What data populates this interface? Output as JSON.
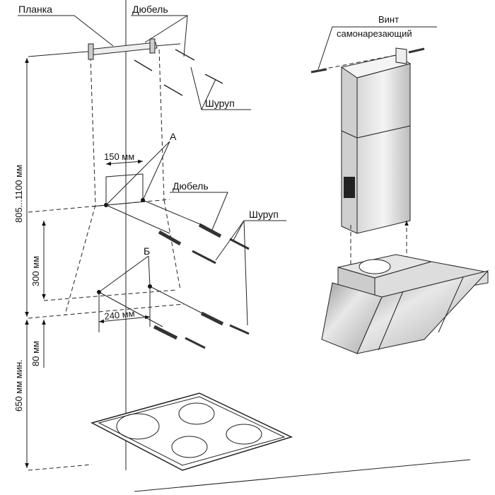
{
  "labels": {
    "bracket": "Планка",
    "dowel_top": "Дюбель",
    "screw_top": "Шуруп",
    "point_a": "А",
    "dim_150": "150 мм",
    "dowel_mid": "Дюбель",
    "screw_mid": "Шуруп",
    "point_b": "Б",
    "dim_240": "240 мм",
    "dim_805_1100": "805...1100 мм",
    "dim_300": "300 мм",
    "dim_80": "80 мм",
    "dim_650": "650 мм мин.",
    "self_tapping_screw_line1": "Винт",
    "self_tapping_screw_line2": "самонарезающий"
  }
}
